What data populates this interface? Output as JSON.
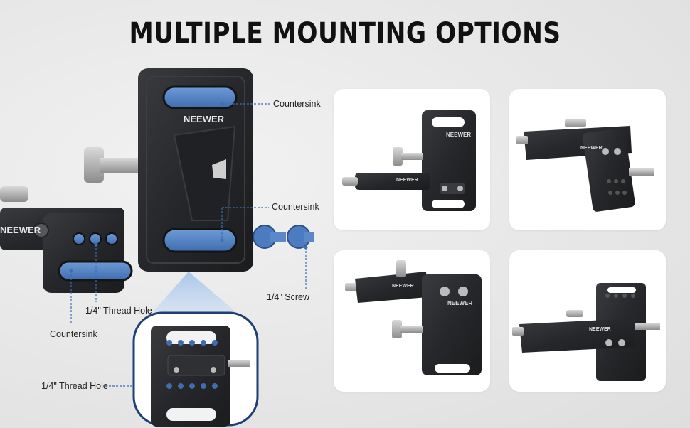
{
  "header": {
    "title": "MULTIPLE MOUNTING OPTIONS"
  },
  "main_product": {
    "brand": "NEEWER",
    "arm_brand": "NEEWER"
  },
  "callouts": {
    "countersink_top": "Countersink",
    "countersink_mid": "Countersink",
    "screw": "1/4\" Screw",
    "thread_hole_arm": "1/4\" Thread Hole",
    "countersink_arm": "Countersink",
    "thread_hole_back": "1/4\" Thread Hole"
  },
  "cards": [
    {
      "brand": "NEEWER",
      "brand2": "NEEWER"
    },
    {
      "brand": "NEEWER"
    },
    {
      "brand": "NEEWER",
      "brand2": "NEEWER"
    },
    {
      "brand": "NEEWER"
    }
  ],
  "colors": {
    "metal_dark": "#2b2c2f",
    "countersink_blue": "#4f7fc2",
    "callout_line": "#3c6fb5",
    "card_bg": "#ffffff"
  }
}
